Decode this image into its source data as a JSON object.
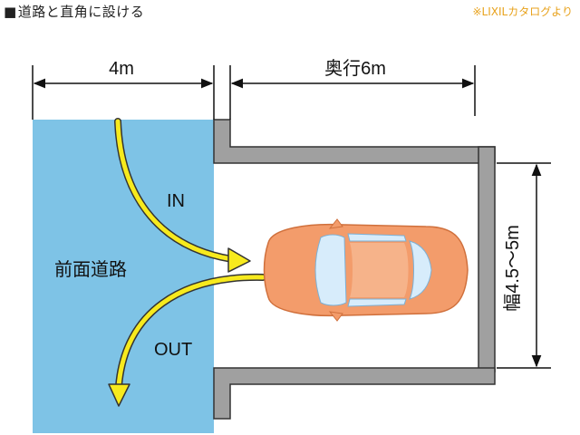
{
  "header": {
    "title": "道路と直角に設ける",
    "title_marker": "■",
    "credit": "※LIXILカタログより"
  },
  "dimensions": {
    "road_width": "4m",
    "depth": "奥行6m",
    "width": "幅4.5〜5m"
  },
  "labels": {
    "road": "前面道路",
    "in": "IN",
    "out": "OUT"
  },
  "colors": {
    "road": "#7ec3e6",
    "wall_fill": "#a0a0a0",
    "wall_stroke": "#333333",
    "arrow": "#f7ea1d",
    "car_body": "#f39c6b",
    "car_glass": "#d7ecfb",
    "credit": "#e8a21c"
  }
}
